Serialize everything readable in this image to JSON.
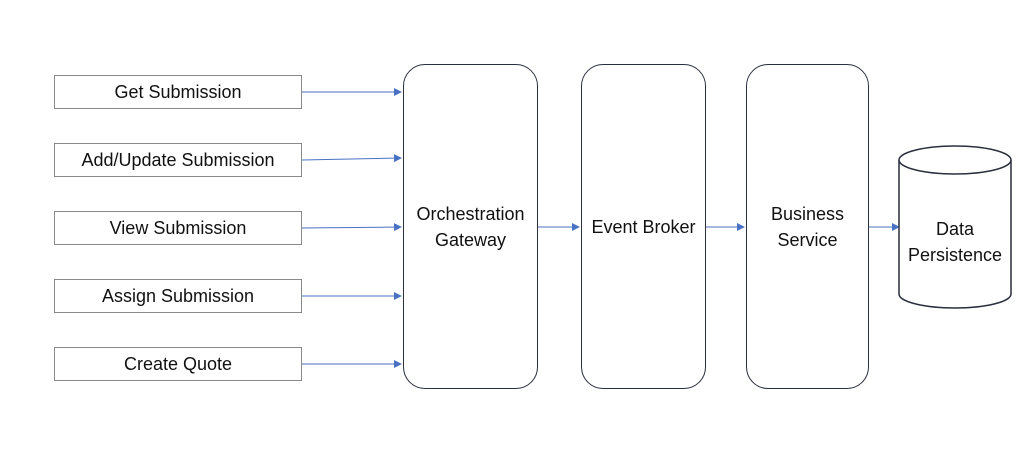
{
  "actions": [
    {
      "label": "Get Submission"
    },
    {
      "label": "Add/Update Submission"
    },
    {
      "label": "View Submission"
    },
    {
      "label": "Assign Submission"
    },
    {
      "label": "Create Quote"
    }
  ],
  "services": {
    "gateway": {
      "line1": "Orchestration",
      "line2": "Gateway"
    },
    "broker": {
      "line1": "Event Broker"
    },
    "business": {
      "line1": "Business",
      "line2": "Service"
    }
  },
  "datastore": {
    "line1": "Data",
    "line2": "Persistence"
  },
  "colors": {
    "arrow": "#4a72c4",
    "box_border": "#2a2f3d",
    "action_border": "#8a8a8a"
  }
}
